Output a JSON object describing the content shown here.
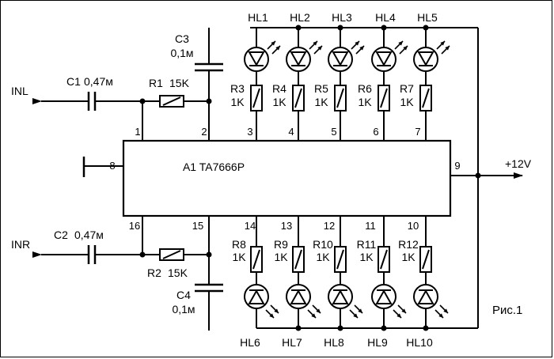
{
  "chip": {
    "label": "A1 TA7666P"
  },
  "pins": {
    "p1": "1",
    "p2": "2",
    "p3": "3",
    "p4": "4",
    "p5": "5",
    "p6": "6",
    "p7": "7",
    "p8": "8",
    "p9": "9",
    "p10": "10",
    "p11": "11",
    "p12": "12",
    "p13": "13",
    "p14": "14",
    "p15": "15",
    "p16": "16"
  },
  "inputs": {
    "left": "INL",
    "right": "INR"
  },
  "power": {
    "label": "+12V"
  },
  "caption": "Рис.1",
  "components": {
    "c1": {
      "name": "C1",
      "value": "0,47м"
    },
    "c2": {
      "name": "C2",
      "value": "0,47м"
    },
    "c3": {
      "name": "C3",
      "value": "0,1м"
    },
    "c4": {
      "name": "C4",
      "value": "0,1м"
    },
    "r1": {
      "name": "R1",
      "value": "15K"
    },
    "r2": {
      "name": "R2",
      "value": "15K"
    },
    "top_resistors": [
      {
        "name": "R3",
        "value": "1K"
      },
      {
        "name": "R4",
        "value": "1K"
      },
      {
        "name": "R5",
        "value": "1K"
      },
      {
        "name": "R6",
        "value": "1K"
      },
      {
        "name": "R7",
        "value": "1K"
      }
    ],
    "bottom_resistors": [
      {
        "name": "R8",
        "value": "1K"
      },
      {
        "name": "R9",
        "value": "1K"
      },
      {
        "name": "R10",
        "value": "1K"
      },
      {
        "name": "R11",
        "value": "1K"
      },
      {
        "name": "R12",
        "value": "1K"
      }
    ],
    "top_leds": [
      "HL1",
      "HL2",
      "HL3",
      "HL4",
      "HL5"
    ],
    "bottom_leds": [
      "HL6",
      "HL7",
      "HL8",
      "HL9",
      "HL10"
    ]
  }
}
